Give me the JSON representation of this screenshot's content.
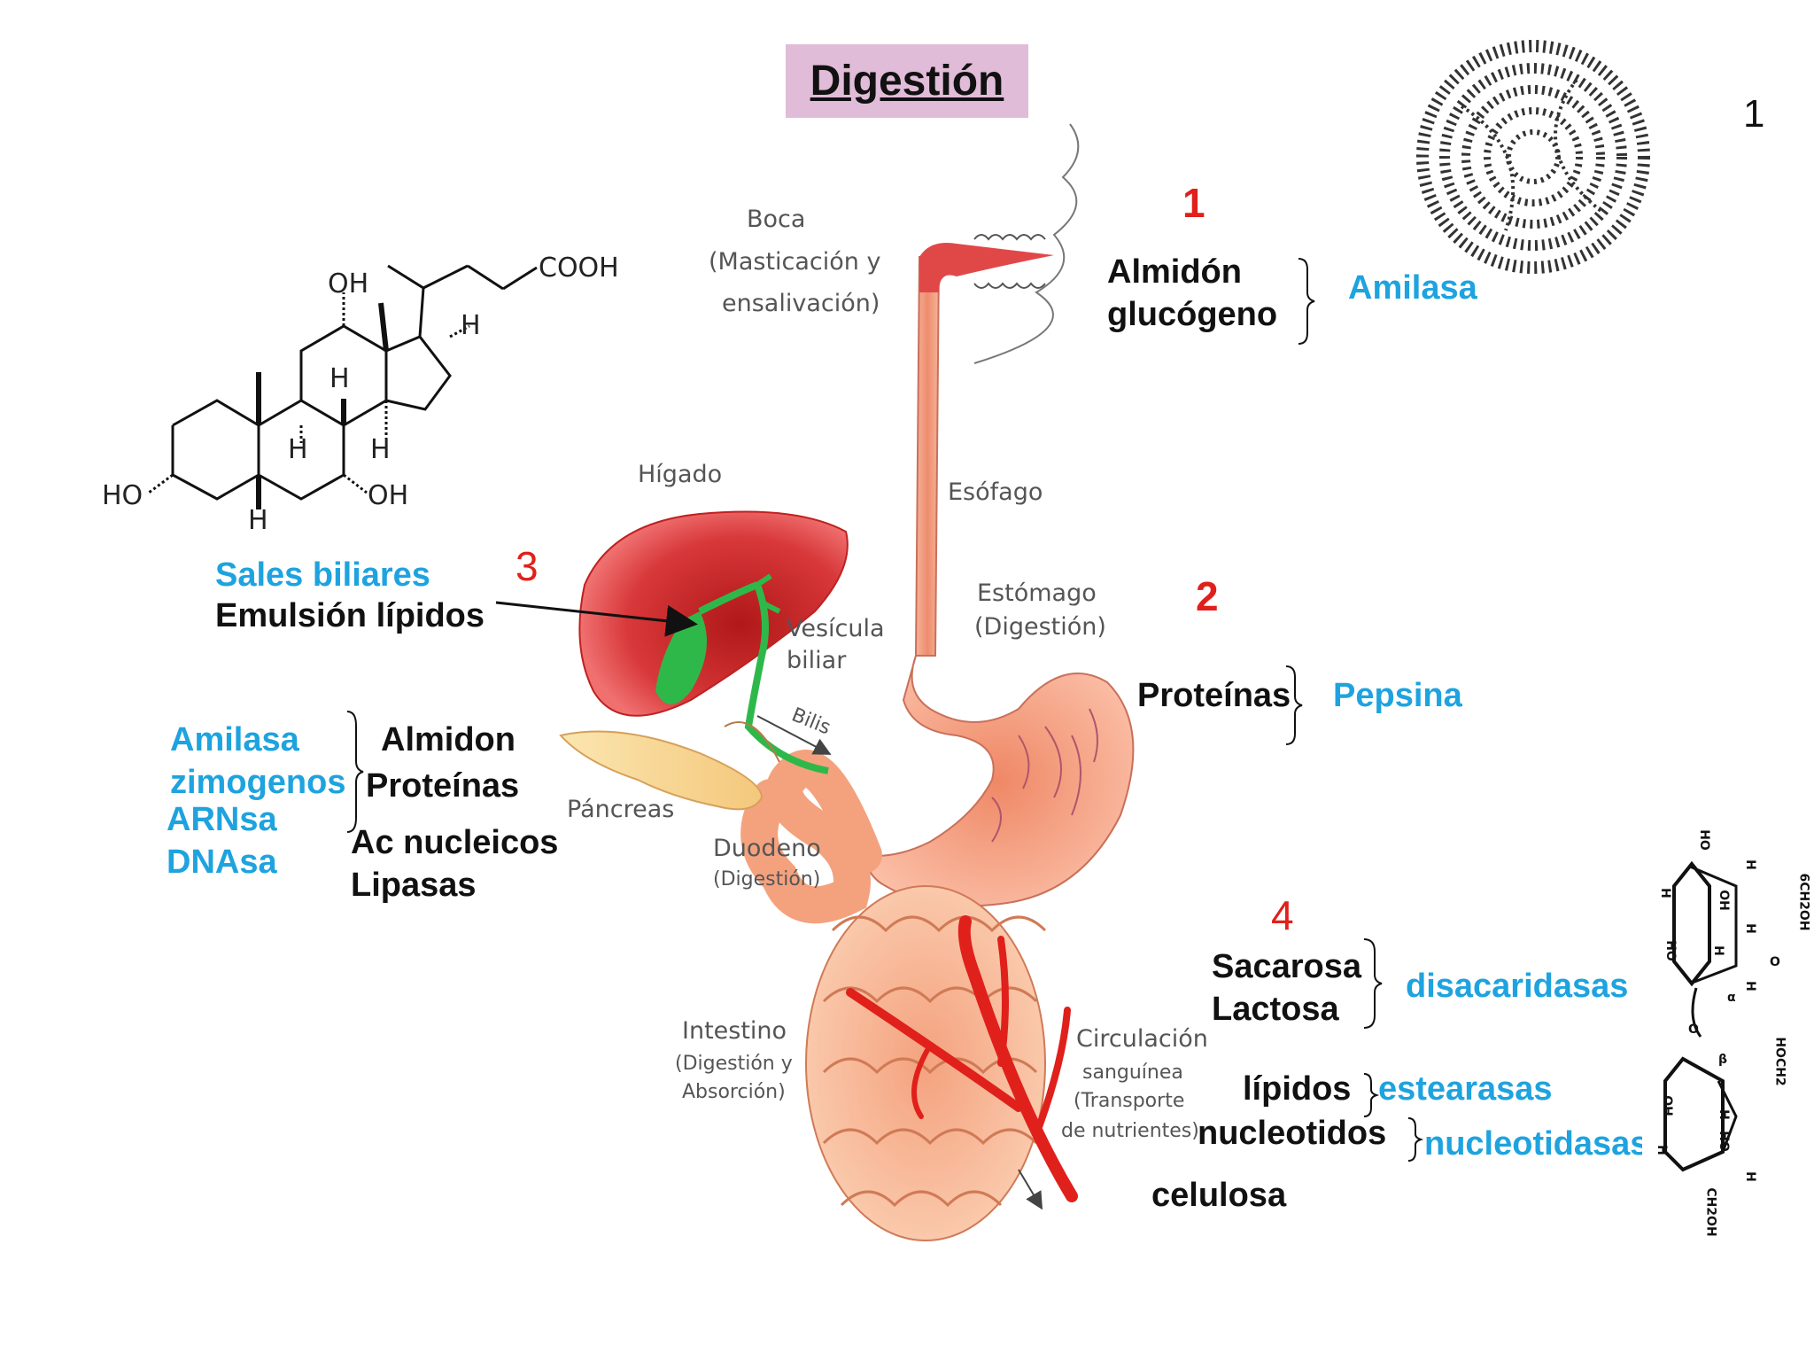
{
  "title": "Digestión",
  "page_number": "1",
  "organs": {
    "boca": [
      "Boca",
      "(Masticación y",
      "ensalivación)"
    ],
    "esofago": "Esófago",
    "higado": "Hígado",
    "estomago": [
      "Estómago",
      "(Digestión)"
    ],
    "vesicula": [
      "Vesícula",
      "biliar"
    ],
    "bilis": "Bilis",
    "pancreas": "Páncreas",
    "duodeno": [
      "Duodeno",
      "(Digestión)"
    ],
    "intestino": [
      "Intestino",
      "(Digestión y",
      "Absorción)"
    ],
    "circulacion": [
      "Circulación",
      "sanguínea",
      "(Transporte",
      "de nutrientes)"
    ]
  },
  "step1": {
    "number": "1",
    "substrates": [
      "Almidón",
      "glucógeno"
    ],
    "enzyme": "Amilasa"
  },
  "step2": {
    "number": "2",
    "substrate": "Proteínas",
    "enzyme": "Pepsina"
  },
  "step3": {
    "number": "3",
    "agent": "Sales biliares",
    "function": "Emulsión lípidos"
  },
  "pancreas_block": {
    "enzymes": [
      "Amilasa",
      "zimogenos",
      "ARNsa",
      "DNAsa"
    ],
    "substrates": [
      "Almidon",
      "Proteínas",
      "Ac nucleicos",
      "Lipasas"
    ]
  },
  "step4": {
    "number": "4",
    "sugars": [
      "Sacarosa",
      "Lactosa"
    ],
    "sugar_enzyme": "disacaridasas",
    "lipid": "lípidos",
    "lipid_enzyme": "estearasas",
    "nucleotide": "nucleotidos",
    "nucleotide_enzyme": "nucleotidasas",
    "other": "celulosa"
  },
  "bile_acid_structure": {
    "labels": [
      "OH",
      "COOH",
      "H",
      "H",
      "H",
      "H",
      "H",
      "HO",
      "OH"
    ]
  },
  "sucrose_structure": {
    "labels": [
      "HO",
      "H",
      "H",
      "OH",
      "H",
      "HO",
      "H",
      "H",
      "6CH2OH",
      "α",
      "O",
      "O",
      "β",
      "HOCH2",
      "OH",
      "HO",
      "H",
      "H",
      "CH2OH",
      "H"
    ]
  },
  "colors": {
    "title_bg": "#e0bcd8",
    "enzyme_cyan": "#1ea3df",
    "number_red": "#e0201b",
    "organ_red": "#d42c2c",
    "organ_salmon": "#f4a27e",
    "gallbladder_green": "#2fb84a"
  }
}
